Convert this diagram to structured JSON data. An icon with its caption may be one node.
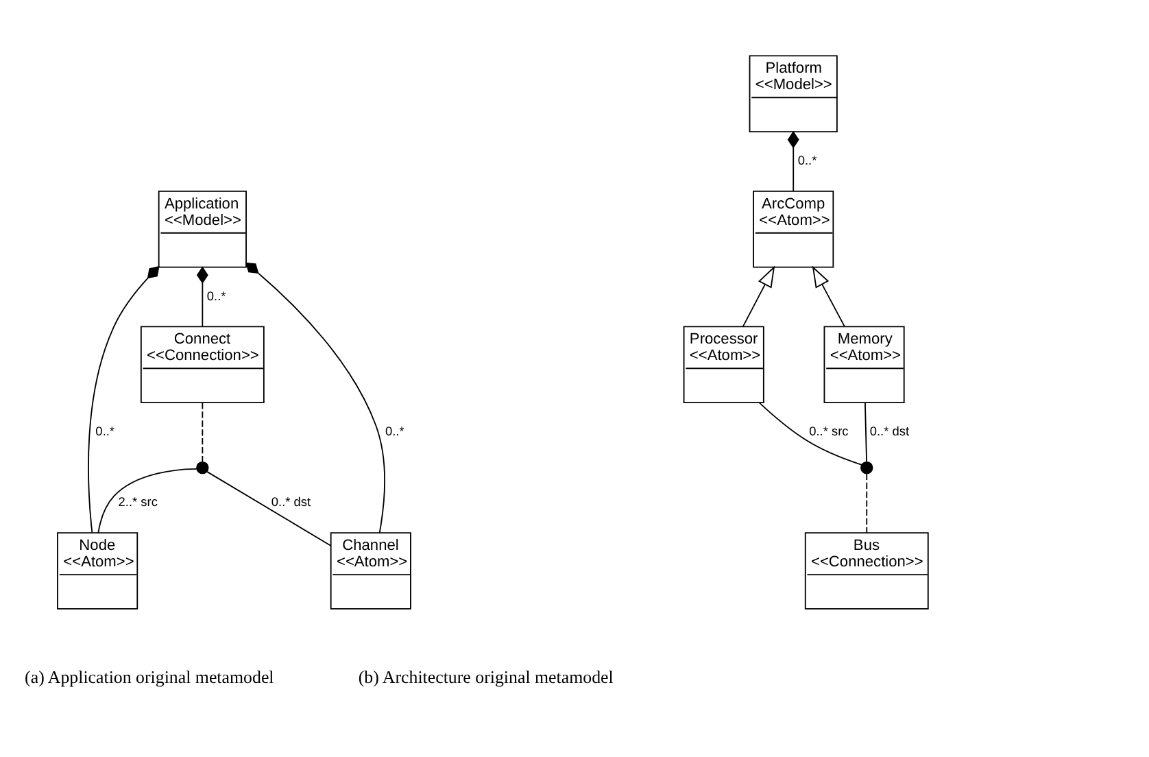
{
  "diagram": {
    "nodes": [
      {
        "text": [
          "Application",
          "<<Model>>"
        ]
      },
      {
        "text": [
          "Connect",
          "<<Connection>>"
        ]
      },
      {
        "text": [
          "Node",
          "<<Atom>>"
        ]
      },
      {
        "text": [
          "Channel",
          "<<Atom>>"
        ]
      },
      {
        "text": [
          "Platform",
          "<<Model>>"
        ]
      },
      {
        "text": [
          "ArcComp",
          "<<Atom>>"
        ]
      },
      {
        "text": [
          "Processor",
          "<<Atom>>"
        ]
      },
      {
        "text": [
          "Memory",
          "<<Atom>>"
        ]
      },
      {
        "text": [
          "Bus",
          "<<Connection>>"
        ]
      },
      {
        "text": [],
        "shape": "circle"
      },
      {
        "text": [],
        "shape": "circle"
      }
    ],
    "edges": [
      {
        "from": 0,
        "to": 2,
        "arrow": "other",
        "label": "0..*"
      },
      {
        "from": 0,
        "to": 1,
        "arrow": "other",
        "label": "0..*"
      },
      {
        "from": 0,
        "to": 3,
        "arrow": "other",
        "label": "0..*"
      },
      {
        "from": 9,
        "to": 2,
        "arrow": "none",
        "label": "2..* src"
      },
      {
        "from": 9,
        "to": 3,
        "arrow": "none",
        "label": "0..* dst"
      },
      {
        "from": 1,
        "to": 9,
        "arrow": "none",
        "style": "dashed"
      },
      {
        "from": 4,
        "to": 5,
        "arrow": "other",
        "label": "0..*"
      },
      {
        "from": 6,
        "to": 5,
        "arrow": "to"
      },
      {
        "from": 7,
        "to": 5,
        "arrow": "to"
      },
      {
        "from": 6,
        "to": 10,
        "arrow": "none",
        "label": "0..* src"
      },
      {
        "from": 7,
        "to": 10,
        "arrow": "none",
        "label": "0..* dst"
      },
      {
        "from": 10,
        "to": 8,
        "arrow": "none",
        "style": "dashed"
      }
    ],
    "labels": [
      "(a) Application original metamodel",
      "(b) Architecture original metamodel"
    ]
  }
}
